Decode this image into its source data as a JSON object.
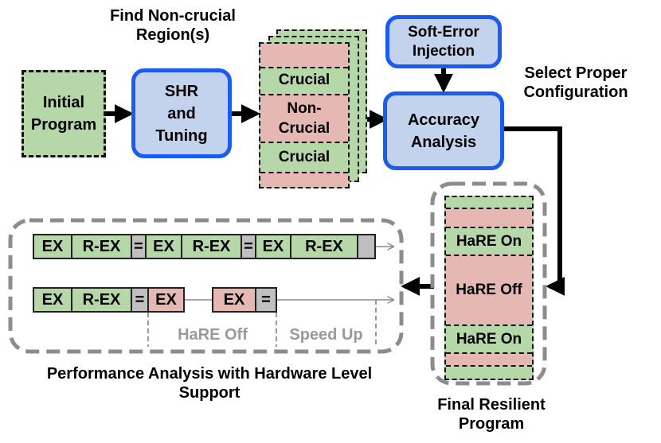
{
  "labels": {
    "find_region": "Find Non-crucial\nRegion(s)",
    "select_config": "Select Proper\nConfiguration",
    "final_program": "Final Resilient\nProgram",
    "performance": "Performance Analysis with Hardware Level\nSupport"
  },
  "boxes": {
    "initial_program": "Initial\nProgram",
    "shr_tuning": "SHR\nand\nTuning",
    "soft_error": "Soft-Error\nInjection",
    "accuracy": "Accuracy\nAnalysis"
  },
  "stack": {
    "crucial_top": "Crucial",
    "non_crucial": "Non-\nCrucial",
    "crucial_bottom": "Crucial"
  },
  "final_stack": {
    "hare_on_top": "HaRE On",
    "hare_off": "HaRE Off",
    "hare_on_bottom": "HaRE On"
  },
  "timeline": {
    "ex": "EX",
    "rex": "R-EX",
    "eq": "=",
    "hare_off_label": "HaRE Off",
    "speed_up_label": "Speed Up"
  },
  "colors": {
    "green": "#b6d7a8",
    "pink": "#e6b8b4",
    "blue_fill": "#c3d3ee",
    "blue_border": "#1a5cf0",
    "gray": "#bfbfbf"
  }
}
